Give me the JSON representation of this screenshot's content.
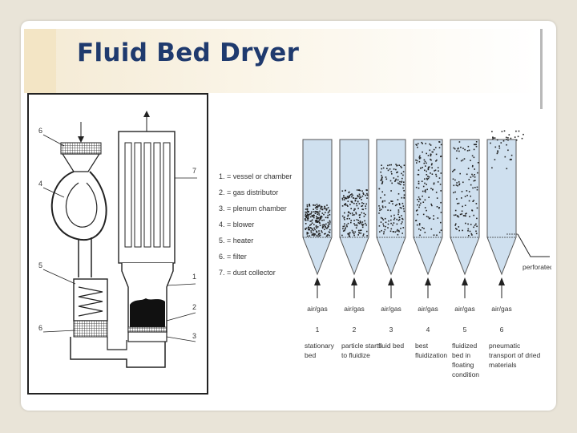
{
  "slide": {
    "title": "Fluid Bed Dryer"
  },
  "dryer_figure": {
    "callouts": [
      "6",
      "4",
      "5",
      "6",
      "7",
      "1",
      "2",
      "3"
    ]
  },
  "legend": {
    "items": [
      "1. = vessel or chamber",
      "2. = gas distributor",
      "3. = plenum chamber",
      "4. = blower",
      "5. = heater",
      "6. = filter",
      "7. = dust collector"
    ]
  },
  "stages_figure": {
    "gas_label": "air/gas",
    "plate_label": "perforated plate",
    "stages": [
      {
        "number": "1",
        "caption": [
          "stationary",
          "bed"
        ],
        "density": "packed"
      },
      {
        "number": "2",
        "caption": [
          "particle starts",
          "to fluidize"
        ],
        "density": "starting"
      },
      {
        "number": "3",
        "caption": [
          "fluid bed"
        ],
        "density": "fluid"
      },
      {
        "number": "4",
        "caption": [
          "best",
          "fluidization"
        ],
        "density": "best"
      },
      {
        "number": "5",
        "caption": [
          "fluidized",
          "bed in",
          "floating",
          "condition"
        ],
        "density": "floating"
      },
      {
        "number": "6",
        "caption": [
          "pneumatic",
          "transport of dried",
          "materials"
        ],
        "density": "transport"
      }
    ]
  },
  "colors": {
    "title": "#1f3a6e",
    "vessel_fill": "#cfe0ef",
    "particles": "#222222"
  }
}
